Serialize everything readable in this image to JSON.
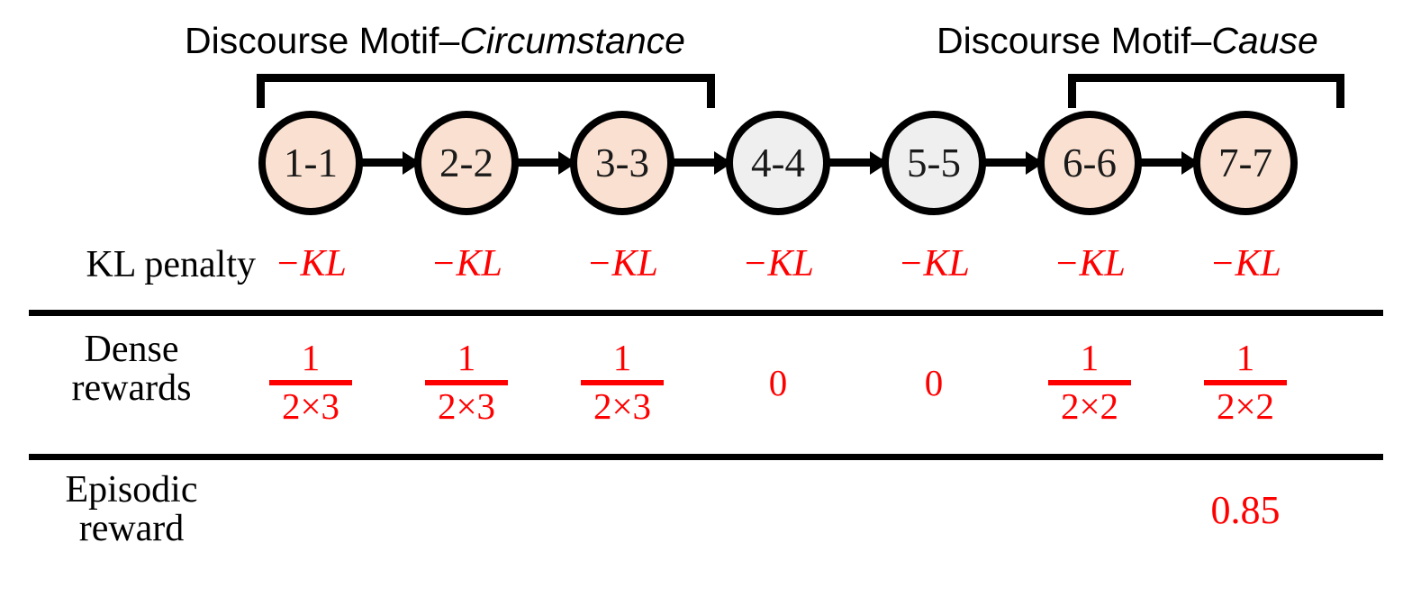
{
  "diagram": {
    "motifs": [
      {
        "label": "Discourse Motif–",
        "name": "Circumstance"
      },
      {
        "label": "Discourse Motif–",
        "name": "Cause"
      }
    ],
    "nodes": [
      {
        "id": "1-1",
        "fill": "#FAE0D0"
      },
      {
        "id": "2-2",
        "fill": "#FAE0D0"
      },
      {
        "id": "3-3",
        "fill": "#FAE0D0"
      },
      {
        "id": "4-4",
        "fill": "#EFEFEF"
      },
      {
        "id": "5-5",
        "fill": "#EFEFEF"
      },
      {
        "id": "6-6",
        "fill": "#FAE0D0"
      },
      {
        "id": "7-7",
        "fill": "#FAE0D0"
      }
    ],
    "rows": {
      "kl_penalty": {
        "label": "KL penalty",
        "values": [
          "−KL",
          "−KL",
          "−KL",
          "−KL",
          "−KL",
          "−KL",
          "−KL"
        ],
        "minus": "−",
        "symbol": "KL"
      },
      "dense_rewards": {
        "label_line1": "Dense",
        "label_line2": "rewards",
        "values": [
          {
            "type": "fraction",
            "numerator": "1",
            "denominator": "2×3"
          },
          {
            "type": "fraction",
            "numerator": "1",
            "denominator": "2×3"
          },
          {
            "type": "fraction",
            "numerator": "1",
            "denominator": "2×3"
          },
          {
            "type": "scalar",
            "value": "0"
          },
          {
            "type": "scalar",
            "value": "0"
          },
          {
            "type": "fraction",
            "numerator": "1",
            "denominator": "2×2"
          },
          {
            "type": "fraction",
            "numerator": "1",
            "denominator": "2×2"
          }
        ]
      },
      "episodic_reward": {
        "label_line1": "Episodic",
        "label_line2": "reward",
        "values": [
          "",
          "",
          "",
          "",
          "",
          "",
          "0.85"
        ]
      }
    },
    "colors": {
      "reward_red": "#FF0000",
      "node_highlight": "#FAE0D0",
      "node_neutral": "#EFEFEF",
      "ink": "#000000"
    }
  }
}
